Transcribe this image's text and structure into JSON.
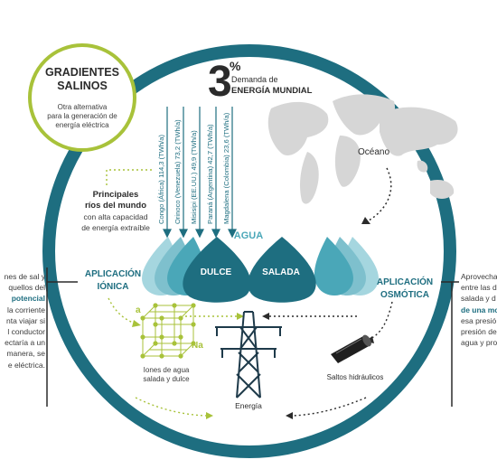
{
  "gradientes": {
    "title1": "GRADIENTES",
    "title2": "SALINOS",
    "lines": [
      "Otra alternativa",
      "para la generación de",
      "energía eléctrica"
    ]
  },
  "demand": {
    "number": "3",
    "percent": "%",
    "line1": "Demanda de",
    "line2": "ENERGÍA MUNDIAL"
  },
  "rivers": [
    "Congo (África) 114,3 (TWh/a)",
    "Orinoco (Venezuela) 73,2 (TWh/a)",
    "Misisipi (EE.UU.) 49,9 (TWh/a)",
    "Paraná (Argentina) 42,7 (TWh/a)",
    "Magdalena (Colombia) 23,6 (TWh/a)"
  ],
  "rivers_caption": {
    "title1": "Principales",
    "title2": "ríos del mundo",
    "line3": "con alta capacidad",
    "line4": "de energía extraíble"
  },
  "ocean_label": "Océano",
  "water": {
    "label": "AGUA",
    "dulce": "DULCE",
    "salada": "SALADA"
  },
  "ionica": {
    "line1": "APLICACIÓN",
    "line2": "IÓNICA"
  },
  "osmotica": {
    "line1": "APLICACIÓN",
    "line2": "OSMÓTICA"
  },
  "crystal": {
    "label_a": "a",
    "label_na": "Na",
    "caption1": "Iones de agua",
    "caption2": "salada y dulce"
  },
  "saltos_label": "Saltos hidráulicos",
  "energia_label": "Energía",
  "left_text": {
    "lines": [
      "nes de sal y",
      "quellos del",
      "potencial",
      "la corriente",
      "nta viajar si",
      "l conductor",
      "ectaría a un",
      "manera, se",
      "e eléctrica."
    ],
    "highlight_index": 2
  },
  "right_text": {
    "lines": [
      "Aprovecha",
      "entre las d",
      "salada y d",
      "de una mo",
      "esa presió",
      "presión de",
      "agua y pro"
    ],
    "highlight_index": 3
  },
  "colors": {
    "teal": "#1e6e80",
    "teal_light": "#4aa7b8",
    "lime": "#a8c23a",
    "ink": "#2b2b2b"
  }
}
